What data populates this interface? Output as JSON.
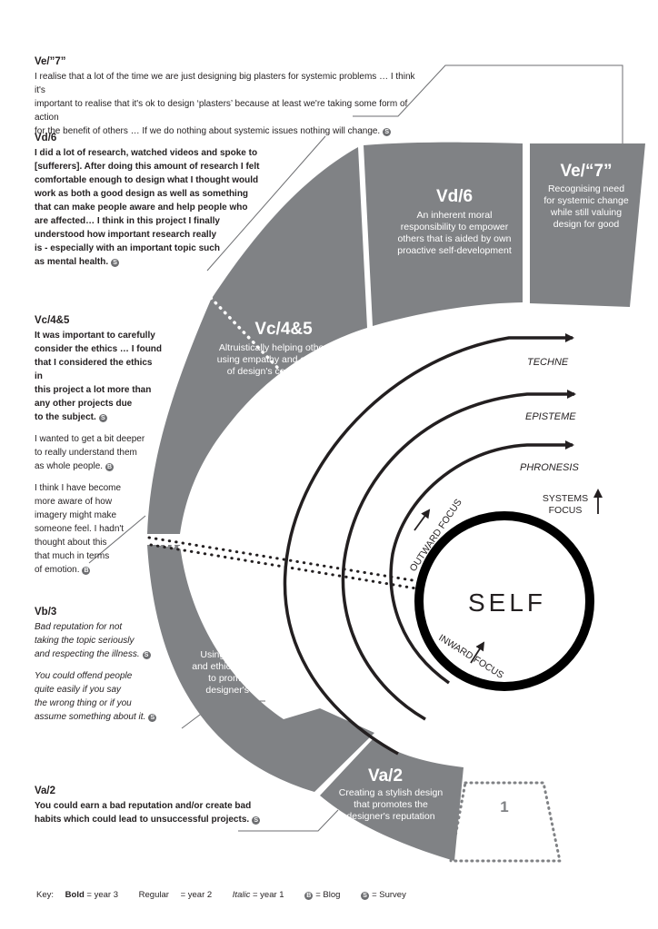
{
  "segments": [
    {
      "id": "Ve",
      "title": "Ve/“7”",
      "desc": [
        "Recognising need",
        "for systemic change",
        "while still valuing",
        "design for good"
      ]
    },
    {
      "id": "Vd",
      "title": "Vd/6",
      "desc": [
        "An inherent moral",
        "responsibility to empower",
        "others that is aided by own",
        "proactive self-development"
      ]
    },
    {
      "id": "Vc",
      "title": "Vc/4&5",
      "desc": [
        "Altruistically helping others by",
        "using empathy and awareness",
        "of design's consequences"
      ]
    },
    {
      "id": "Vb",
      "title": "Vb/3",
      "desc": [
        "Using ‘sustainable",
        "and ethical’ messages",
        "to promote the",
        "designer's reputation"
      ]
    },
    {
      "id": "Va",
      "title": "Va/2",
      "desc": [
        "Creating a stylish design",
        "that promotes the",
        "designer's reputation"
      ]
    },
    {
      "id": "L1",
      "title": "1"
    }
  ],
  "arcs": [
    "TECHNE",
    "EPISTEME",
    "PHRONESIS"
  ],
  "center": "SELF",
  "systems_focus": [
    "SYSTEMS",
    "FOCUS"
  ],
  "outward_focus": "OUTWARD FOCUS",
  "inward_focus": "INWARD FOCUS",
  "quotes": {
    "ve": {
      "title": "Ve/”7”",
      "lines": [
        "I realise that a lot of the time we are just designing big plasters for systemic problems … I think it's",
        "important to realise that it's ok to design ‘plasters’ because at least we're taking some form of action",
        "for the benefit of others … If we do nothing about systemic issues nothing will change."
      ]
    },
    "vd": {
      "title": "Vd/6",
      "lines": [
        "I did a lot of research, watched videos and spoke to",
        "[sufferers]. After doing this amount of research I felt",
        "comfortable enough to design what I thought would",
        "work as both a good design as well as something",
        "that can make people aware and help people who",
        "are affected… I think in this project I finally",
        "understood how important research really",
        "is - especially with an important topic such",
        "as mental health."
      ]
    },
    "vc": {
      "title": "Vc/4&5",
      "p1": [
        "It was important to carefully",
        "consider the ethics … I found",
        "that I considered the ethics in",
        "this project a lot more than",
        "any other projects due",
        "to the subject."
      ],
      "p2": [
        "I wanted to get a bit deeper",
        "to really understand them",
        "as whole people."
      ],
      "p3": [
        "I think I have become",
        "more aware of how",
        "imagery might make",
        "someone feel. I hadn't",
        "thought about this",
        "that much in terms",
        "of emotion."
      ]
    },
    "vb": {
      "title": "Vb/3",
      "p1": [
        "Bad reputation for not",
        "taking the topic seriously",
        "and respecting the illness."
      ],
      "p2": [
        "You could offend people",
        "quite easily if you say",
        "the wrong thing or if you",
        "assume something about it."
      ]
    },
    "va": {
      "title": "Va/2",
      "lines": [
        "You could earn a bad reputation and/or create bad",
        "habits which could lead to unsuccessful projects."
      ]
    }
  },
  "icons": {
    "blog": "B",
    "survey": "S"
  },
  "key": {
    "label": "Key:",
    "bold": "Bold",
    "bold_desc": "= year 3",
    "regular": "Regular",
    "regular_desc": "= year 2",
    "italic": "Italic",
    "italic_desc": "= year 1",
    "blog_desc": "= Blog",
    "survey_desc": "= Survey"
  },
  "colors": {
    "segment": "#808285",
    "ink": "#231f20",
    "line": "#6d6e71"
  }
}
